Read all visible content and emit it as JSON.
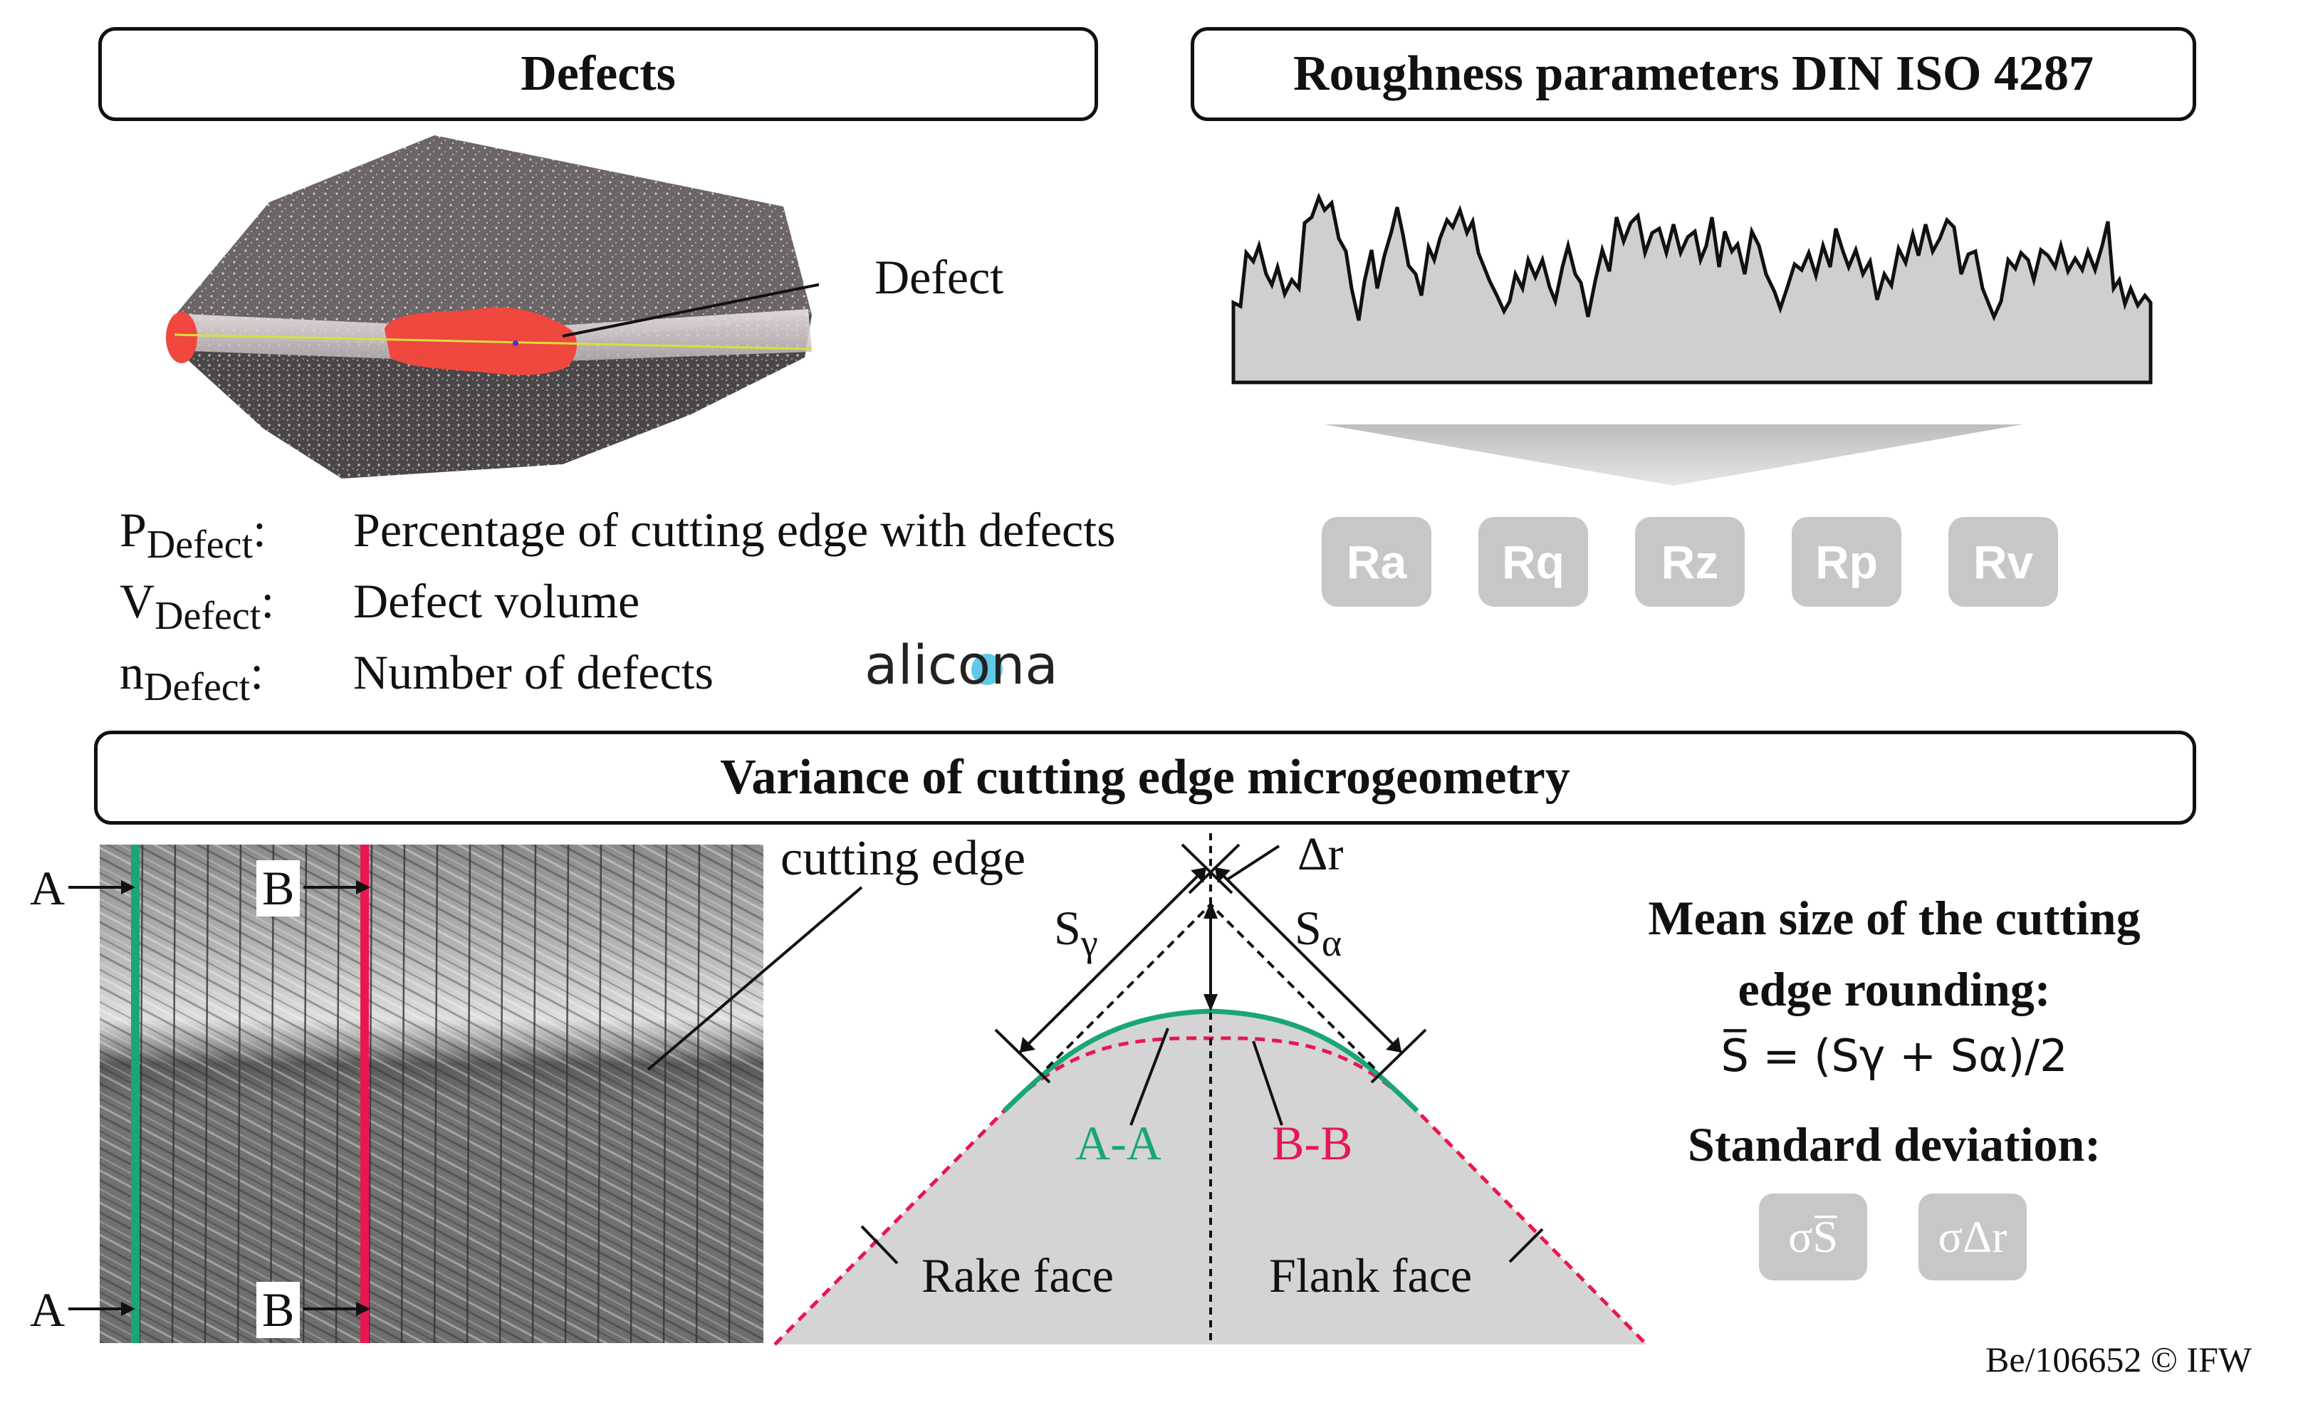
{
  "panels": {
    "defects": "Defects",
    "roughness": "Roughness parameters DIN ISO 4287",
    "variance": "Variance of cutting edge microgeometry"
  },
  "defect_image": {
    "label": "Defect"
  },
  "defect_metrics": [
    {
      "symbol": "P",
      "sub": "Defect",
      "description": "Percentage of cutting edge with defects"
    },
    {
      "symbol": "V",
      "sub": "Defect",
      "description": "Defect volume"
    },
    {
      "symbol": "n",
      "sub": "Defect",
      "description": "Number of defects"
    }
  ],
  "logo": "alicona",
  "roughness_params": [
    "Ra",
    "Rq",
    "Rz",
    "Rp",
    "Rv"
  ],
  "edge_image": {
    "label": "cutting edge",
    "section_a": "A",
    "section_b": "B"
  },
  "profile": {
    "s_gamma": "S",
    "s_gamma_sub": "γ",
    "s_alpha": "S",
    "s_alpha_sub": "α",
    "delta_r": "Δr",
    "label_aa": "A-A",
    "label_bb": "B-B",
    "rake_face": "Rake face",
    "flank_face": "Flank face"
  },
  "mean_size": {
    "title_line1": "Mean size of the cutting",
    "title_line2": "edge rounding:",
    "formula": "S̅ = (Sγ + Sα)/2",
    "std_title": "Standard deviation:",
    "std_params": [
      "σS̅",
      "σΔr"
    ]
  },
  "colors": {
    "green": "#1aa675",
    "red": "#e8174f",
    "param_gray": "#c7c7c7"
  },
  "footer": "Be/106652 © IFW"
}
